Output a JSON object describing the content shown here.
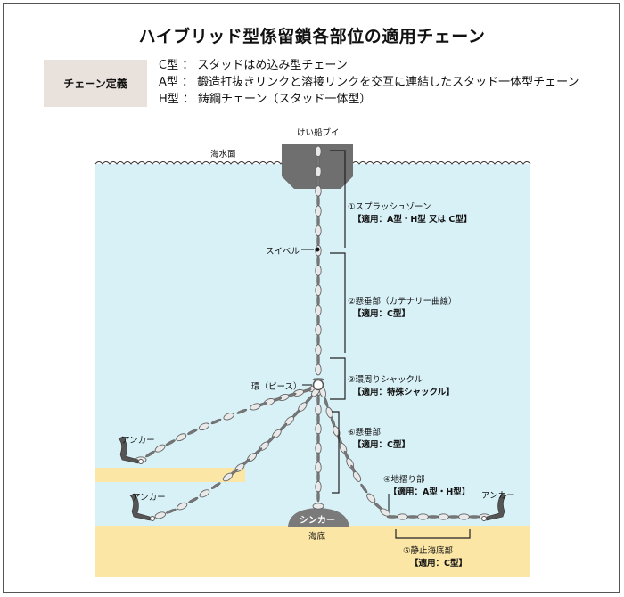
{
  "title": "ハイブリッド型係留鎖各部位の適用チェーン",
  "definition": {
    "heading": "チェーン定義",
    "lines": [
      "C型 ： スタッドはめ込み型チェーン",
      "A型 ： 鍛造打抜きリンクと溶接リンクを交互に連結したスタッド一体型チェーン",
      "H型 ： 鋳鋼チェーン（スタッド一体型）"
    ]
  },
  "labels": {
    "buoy": "けい船ブイ",
    "sea_surface": "海水面",
    "swivel": "スイベル",
    "ring": "環（ピース）",
    "sinker": "シンカー",
    "seabed": "海底",
    "anchor_left_upper": "アンカー",
    "anchor_left_lower": "アンカー",
    "anchor_right": "アンカー"
  },
  "zones": {
    "splash": {
      "name": "①スプラッシュゾーン",
      "applied": "【適用：A型・H型 又は C型】"
    },
    "catenary": {
      "name": "②懸垂部（カテナリー曲線）",
      "applied": "【適用：C型】"
    },
    "shackle": {
      "name": "③環周りシャックル",
      "applied": "【適用：特殊シャックル】"
    },
    "ground": {
      "name": "④地摺り部",
      "applied": "【適用：A型・H型】"
    },
    "resting": {
      "name": "⑤静止海底部",
      "applied": "【適用：C型】"
    },
    "suspension": {
      "name": "⑥懸垂部",
      "applied": "【適用：C型】"
    }
  },
  "colors": {
    "water": "#d8f1f7",
    "seabed": "#fbe6a6",
    "buoy": "#6f6f6f",
    "sinker": "#7a7a7a",
    "chain": "#e9e9e9",
    "definition_bg": "#e8e1dc"
  }
}
